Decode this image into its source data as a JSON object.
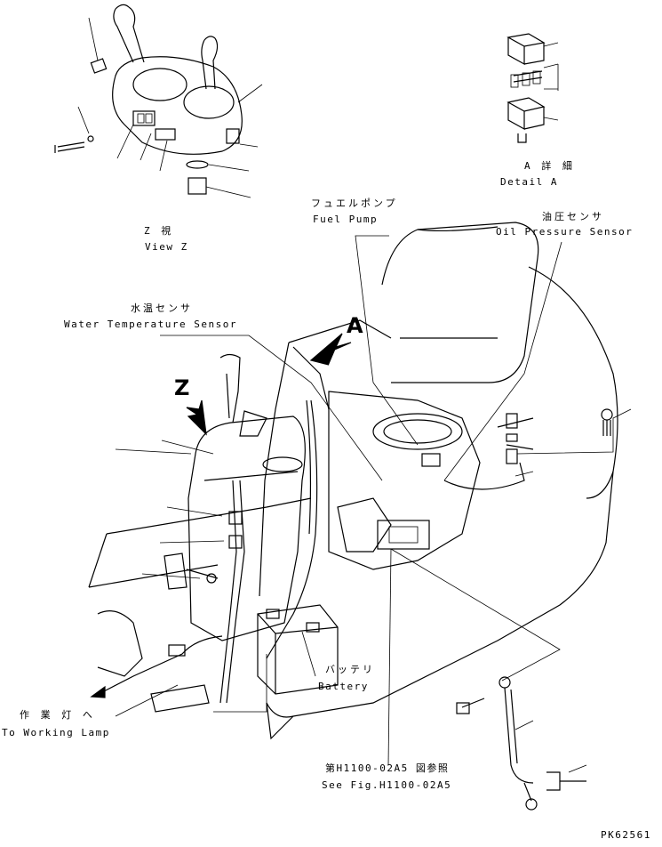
{
  "labels": {
    "detail_a_jp": "A 詳 細",
    "detail_a_en": "Detail A",
    "view_z_jp": "Z  視",
    "view_z_en": "View Z",
    "fuel_pump_jp": "フュエルポンプ",
    "fuel_pump_en": "Fuel Pump",
    "oil_pressure_jp": "油圧センサ",
    "oil_pressure_en": "Oil Pressure Sensor",
    "water_temp_jp": "水温センサ",
    "water_temp_en": "Water Temperature Sensor",
    "arrow_a": "A",
    "arrow_z": "Z",
    "battery_jp": "バッテリ",
    "battery_en": "Battery",
    "working_lamp_jp": "作 業 灯 へ",
    "working_lamp_en": "To Working Lamp",
    "see_fig_jp": "第H1100-02A5 図参照",
    "see_fig_en": "See Fig.H1100-02A5",
    "drawing_code": "PK62561"
  }
}
